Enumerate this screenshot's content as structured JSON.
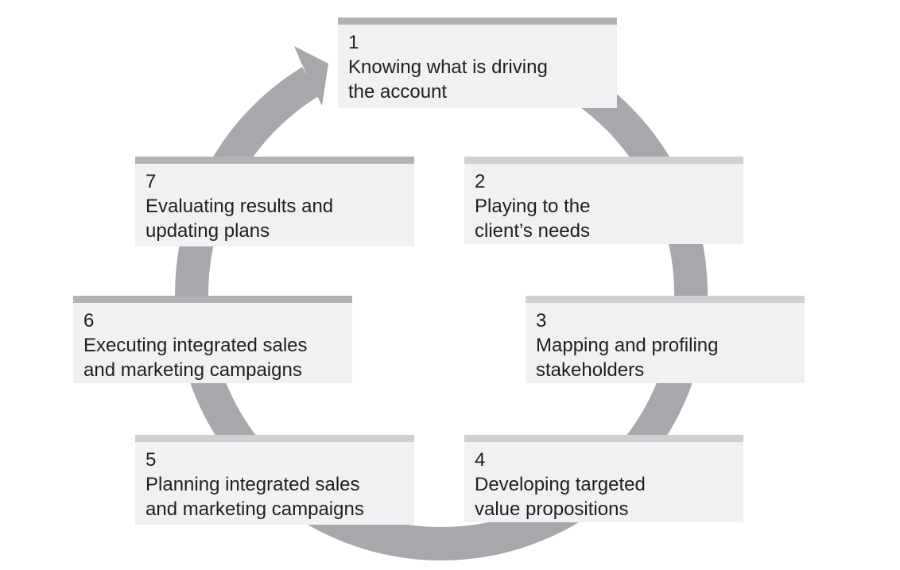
{
  "steps": [
    {
      "number": "1",
      "lines": [
        "Knowing what is driving",
        "the account"
      ]
    },
    {
      "number": "2",
      "lines": [
        "Playing to the",
        "client’s needs"
      ]
    },
    {
      "number": "3",
      "lines": [
        "Mapping and profiling",
        "stakeholders"
      ]
    },
    {
      "number": "4",
      "lines": [
        "Developing targeted",
        "value propositions"
      ]
    },
    {
      "number": "5",
      "lines": [
        "Planning integrated sales",
        "and marketing campaigns"
      ]
    },
    {
      "number": "6",
      "lines": [
        "Executing integrated sales",
        "and marketing campaigns"
      ]
    },
    {
      "number": "7",
      "lines": [
        "Evaluating results and",
        "updating plans"
      ]
    }
  ],
  "colors": {
    "ring": "#a7a8ab",
    "box": "#f0f1f2",
    "bar": "#b1b2b4",
    "text": "#1f1f1f"
  }
}
